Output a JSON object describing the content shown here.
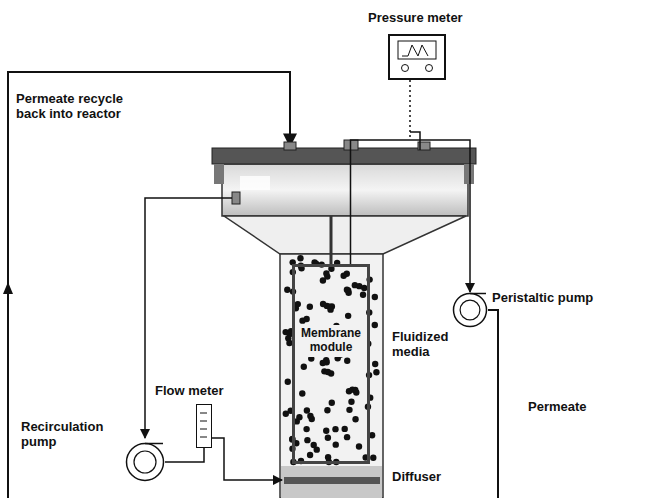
{
  "diagram": {
    "nodes": [
      {
        "text": [
          "Pressure meter"
        ]
      },
      {
        "text": [
          "Peristaltic pump"
        ]
      },
      {
        "text": [
          "Recirculation pump"
        ]
      },
      {
        "text": [
          "Flow meter"
        ]
      },
      {
        "text": [
          "Membrane module"
        ]
      }
    ],
    "edges": [
      {
        "from": 4,
        "to": 1,
        "arrow": "to"
      },
      {
        "from": 2,
        "to": 3,
        "arrow": "none"
      }
    ],
    "labels": [
      "Permeate recycle back into reactor",
      "Fluidized media",
      "Permeate",
      "Diffuser"
    ]
  }
}
